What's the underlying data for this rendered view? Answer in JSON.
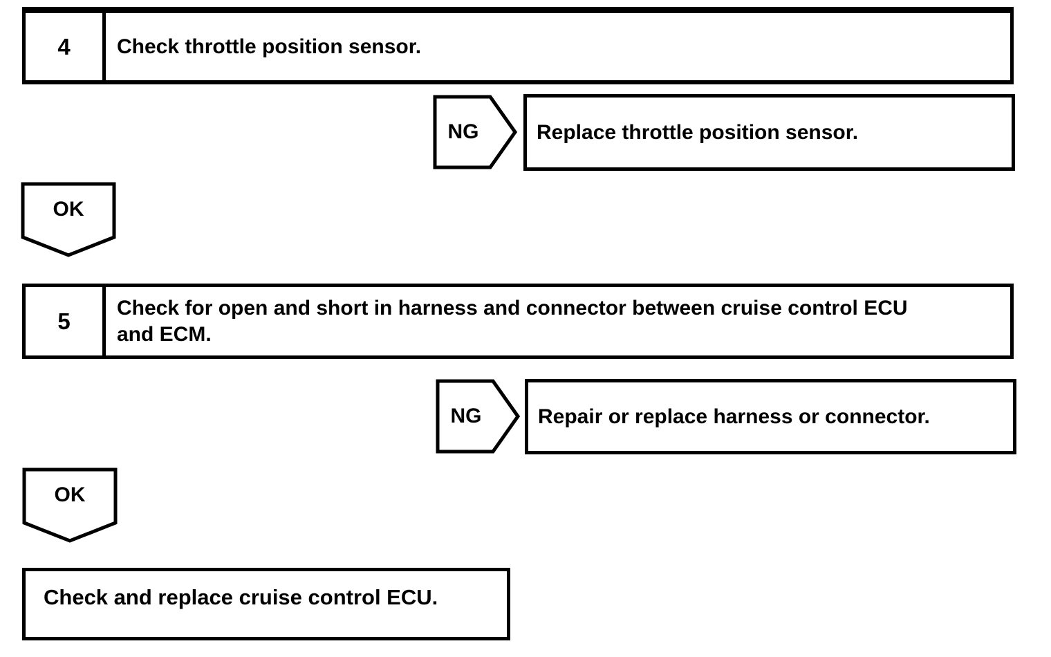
{
  "colors": {
    "ink": "#000000",
    "paper": "#ffffff"
  },
  "steps": [
    {
      "number": "4",
      "instruction_lines": [
        "Check throttle position sensor.",
        ""
      ],
      "ng": {
        "label": "NG",
        "action": "Replace throttle position sensor."
      },
      "ok": {
        "label": "OK"
      }
    },
    {
      "number": "5",
      "instruction_lines": [
        "Check for open and short in harness and connector between cruise control ECU",
        "and ECM."
      ],
      "ng": {
        "label": "NG",
        "action": "Repair or replace harness or connector."
      },
      "ok": {
        "label": "OK"
      }
    }
  ],
  "final_action": "Check and replace cruise control ECU."
}
